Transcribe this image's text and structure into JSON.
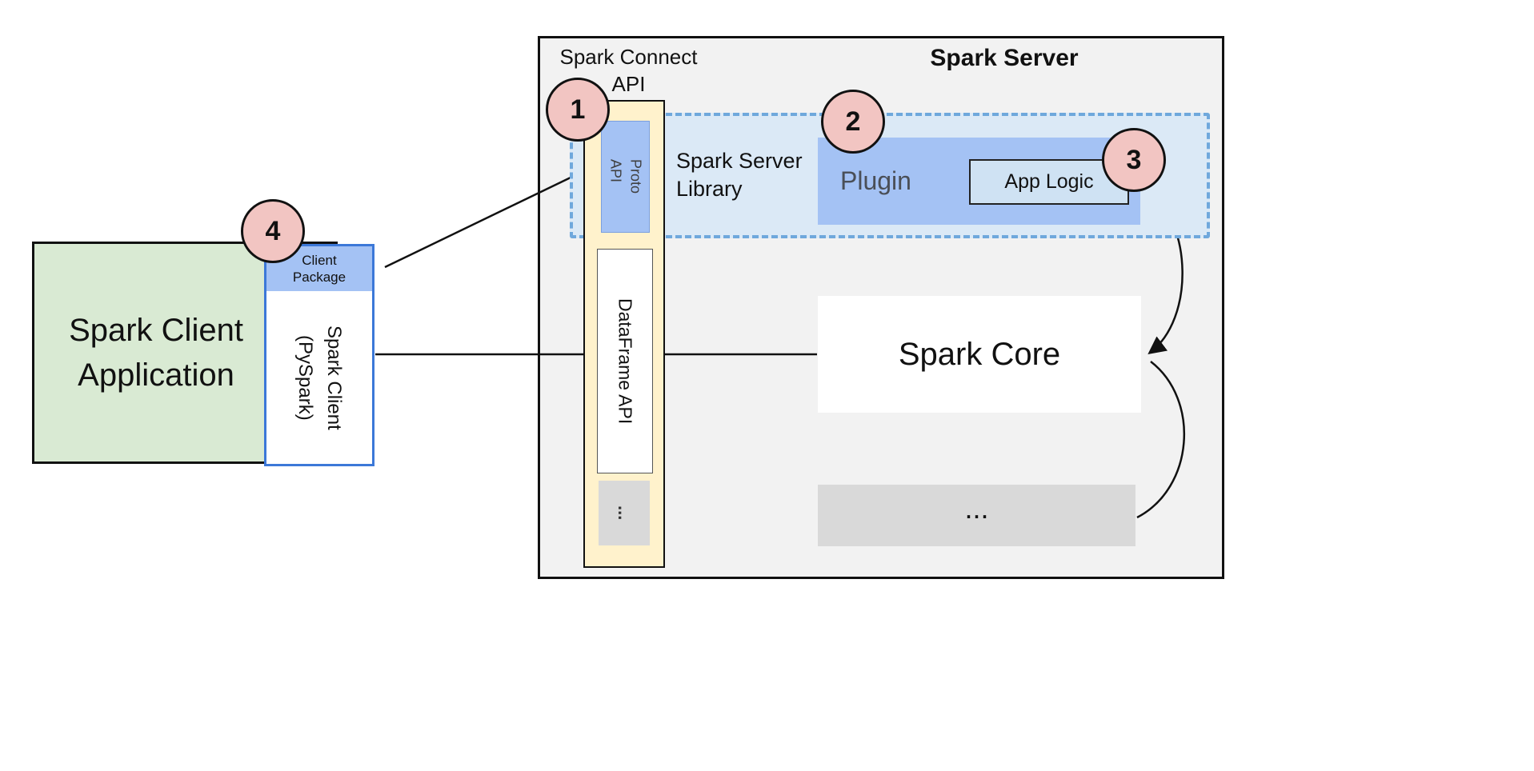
{
  "client": {
    "app_label": "Spark Client\nApplication",
    "package_label": "Client\nPackage",
    "pyspark_label": "Spark Client\n(PySpark)"
  },
  "server": {
    "title": "Spark Server",
    "connect_api_label": "Spark Connect\nAPI",
    "proto_api_label": "Proto\nAPI",
    "dataframe_api_label": "DataFrame API",
    "api_more_dots": "...",
    "library_label": "Spark Server\nLibrary",
    "plugin_label": "Plugin",
    "app_logic_label": "App Logic",
    "core_label": "Spark Core",
    "more_dots": "..."
  },
  "badges": [
    "1",
    "2",
    "3",
    "4"
  ],
  "colors": {
    "badge_pink": "#f2c5c2",
    "accent_blue": "#a4c2f4",
    "light_blue": "#cfe2f3",
    "library_fill": "#dbe9f6",
    "dashed_border": "#6fa8dc",
    "client_green": "#d9ead3",
    "api_yellow": "#fff2cc",
    "gray_box": "#d9d9d9",
    "server_bg": "#f2f2f2",
    "client_border_blue": "#3c78d8"
  }
}
